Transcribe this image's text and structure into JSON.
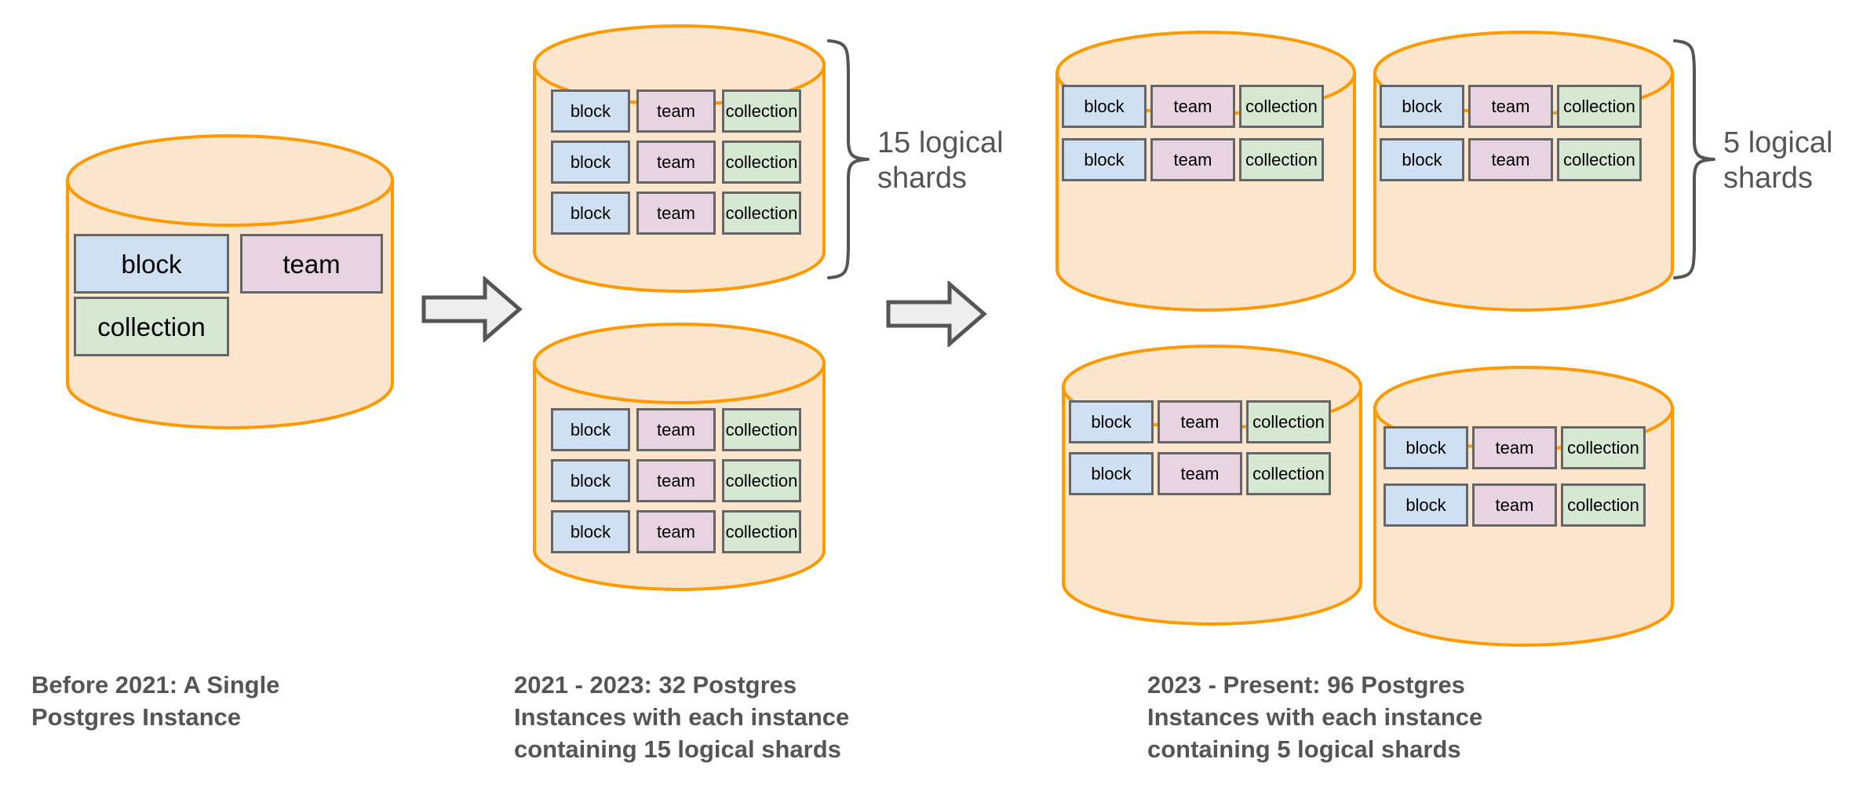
{
  "diagram": {
    "title_implicit": "Notion Postgres sharding evolution",
    "colors": {
      "cylinder_fill": "#fce5cd",
      "cylinder_stroke": "#ff9900",
      "block_fill": "#cfe0f3",
      "team_fill": "#e8d3e0",
      "collection_fill": "#d7e8d2",
      "box_stroke": "#666666",
      "arrow_fill": "#eeeeee",
      "arrow_stroke": "#555555",
      "text_color": "#555555"
    },
    "table_labels": {
      "block": "block",
      "team": "team",
      "collection": "collection"
    },
    "stages": [
      {
        "id": "stage-1",
        "caption": "Before 2021: A Single\nPostgres Instance",
        "instance_count": 1,
        "shards_per_instance": 1,
        "cylinders": [
          {
            "id": "cylinder-1",
            "rows": [
              [
                "block",
                "team"
              ],
              [
                "collection"
              ]
            ]
          }
        ]
      },
      {
        "id": "stage-2",
        "caption": "2021 - 2023: 32 Postgres\nInstances with each instance\ncontaining 15 logical shards",
        "bracket_label": "15 logical\nshards",
        "instance_count": 32,
        "shards_per_instance": 15,
        "cylinders": [
          {
            "id": "cylinder-2a",
            "rows": [
              [
                "block",
                "team",
                "collection"
              ],
              [
                "block",
                "team",
                "collection"
              ],
              [
                "block",
                "team",
                "collection"
              ]
            ]
          },
          {
            "id": "cylinder-2b",
            "rows": [
              [
                "block",
                "team",
                "collection"
              ],
              [
                "block",
                "team",
                "collection"
              ],
              [
                "block",
                "team",
                "collection"
              ]
            ]
          }
        ]
      },
      {
        "id": "stage-3",
        "caption": "2023 - Present: 96 Postgres\nInstances with each instance\ncontaining 5 logical shards",
        "bracket_label": "5 logical\nshards",
        "instance_count": 96,
        "shards_per_instance": 5,
        "cylinders": [
          {
            "id": "cylinder-3a",
            "rows": [
              [
                "block",
                "team",
                "collection"
              ],
              [
                "block",
                "team",
                "collection"
              ]
            ]
          },
          {
            "id": "cylinder-3b",
            "rows": [
              [
                "block",
                "team",
                "collection"
              ],
              [
                "block",
                "team",
                "collection"
              ]
            ]
          },
          {
            "id": "cylinder-3c",
            "rows": [
              [
                "block",
                "team",
                "collection"
              ],
              [
                "block",
                "team",
                "collection"
              ]
            ]
          },
          {
            "id": "cylinder-3d",
            "rows": [
              [
                "block",
                "team",
                "collection"
              ],
              [
                "block",
                "team",
                "collection"
              ]
            ]
          }
        ]
      }
    ],
    "arrows": [
      {
        "id": "arrow-1",
        "direction": "right"
      },
      {
        "id": "arrow-2",
        "direction": "right"
      }
    ]
  }
}
